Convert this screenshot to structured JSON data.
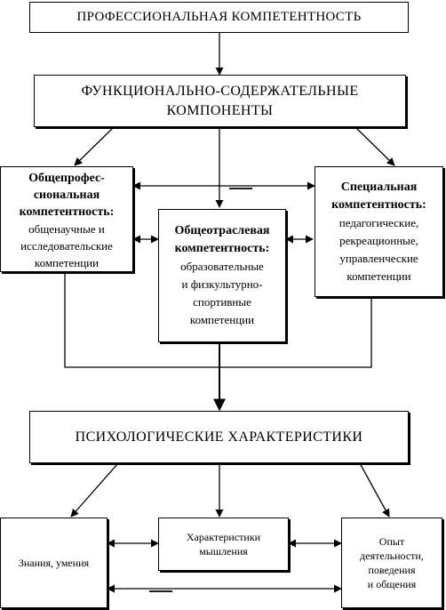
{
  "top": {
    "title": "ПРОФЕССИОНАЛЬНАЯ КОМПЕТЕНТНОСТЬ"
  },
  "functional": {
    "line1": "ФУНКЦИОНАЛЬНО-СОДЕРЖАТЕЛЬНЫЕ",
    "line2": "КОМПОНЕНТЫ"
  },
  "general_professional": {
    "title_line1": "Общепрофес-",
    "title_line2": "сиональная",
    "title_line3": "компетентность:",
    "body_line1": "общенаучные и",
    "body_line2": "исследовательские",
    "body_line3": "компетенции"
  },
  "branch": {
    "title_line1": "Общеотраслевая",
    "title_line2": "компетентность:",
    "body_line1": "образовательные",
    "body_line2": "и физкультурно-",
    "body_line3": "спортивные",
    "body_line4": "компетенции"
  },
  "special": {
    "title_line1": "Специальная",
    "title_line2": "компетентность:",
    "body_line1": "педагогические,",
    "body_line2": "рекреационные,",
    "body_line3": "управленческие",
    "body_line4": "компетенции"
  },
  "psychological": {
    "title": "ПСИХОЛОГИЧЕСКИЕ ХАРАКТЕРИСТИКИ"
  },
  "knowledge": {
    "label": "Знания, умения"
  },
  "thinking": {
    "line1": "Характеристики",
    "line2": "мышления"
  },
  "experience": {
    "line1": "Опыт",
    "line2": "деятельности,",
    "line3": "поведения",
    "line4": "и общения"
  }
}
